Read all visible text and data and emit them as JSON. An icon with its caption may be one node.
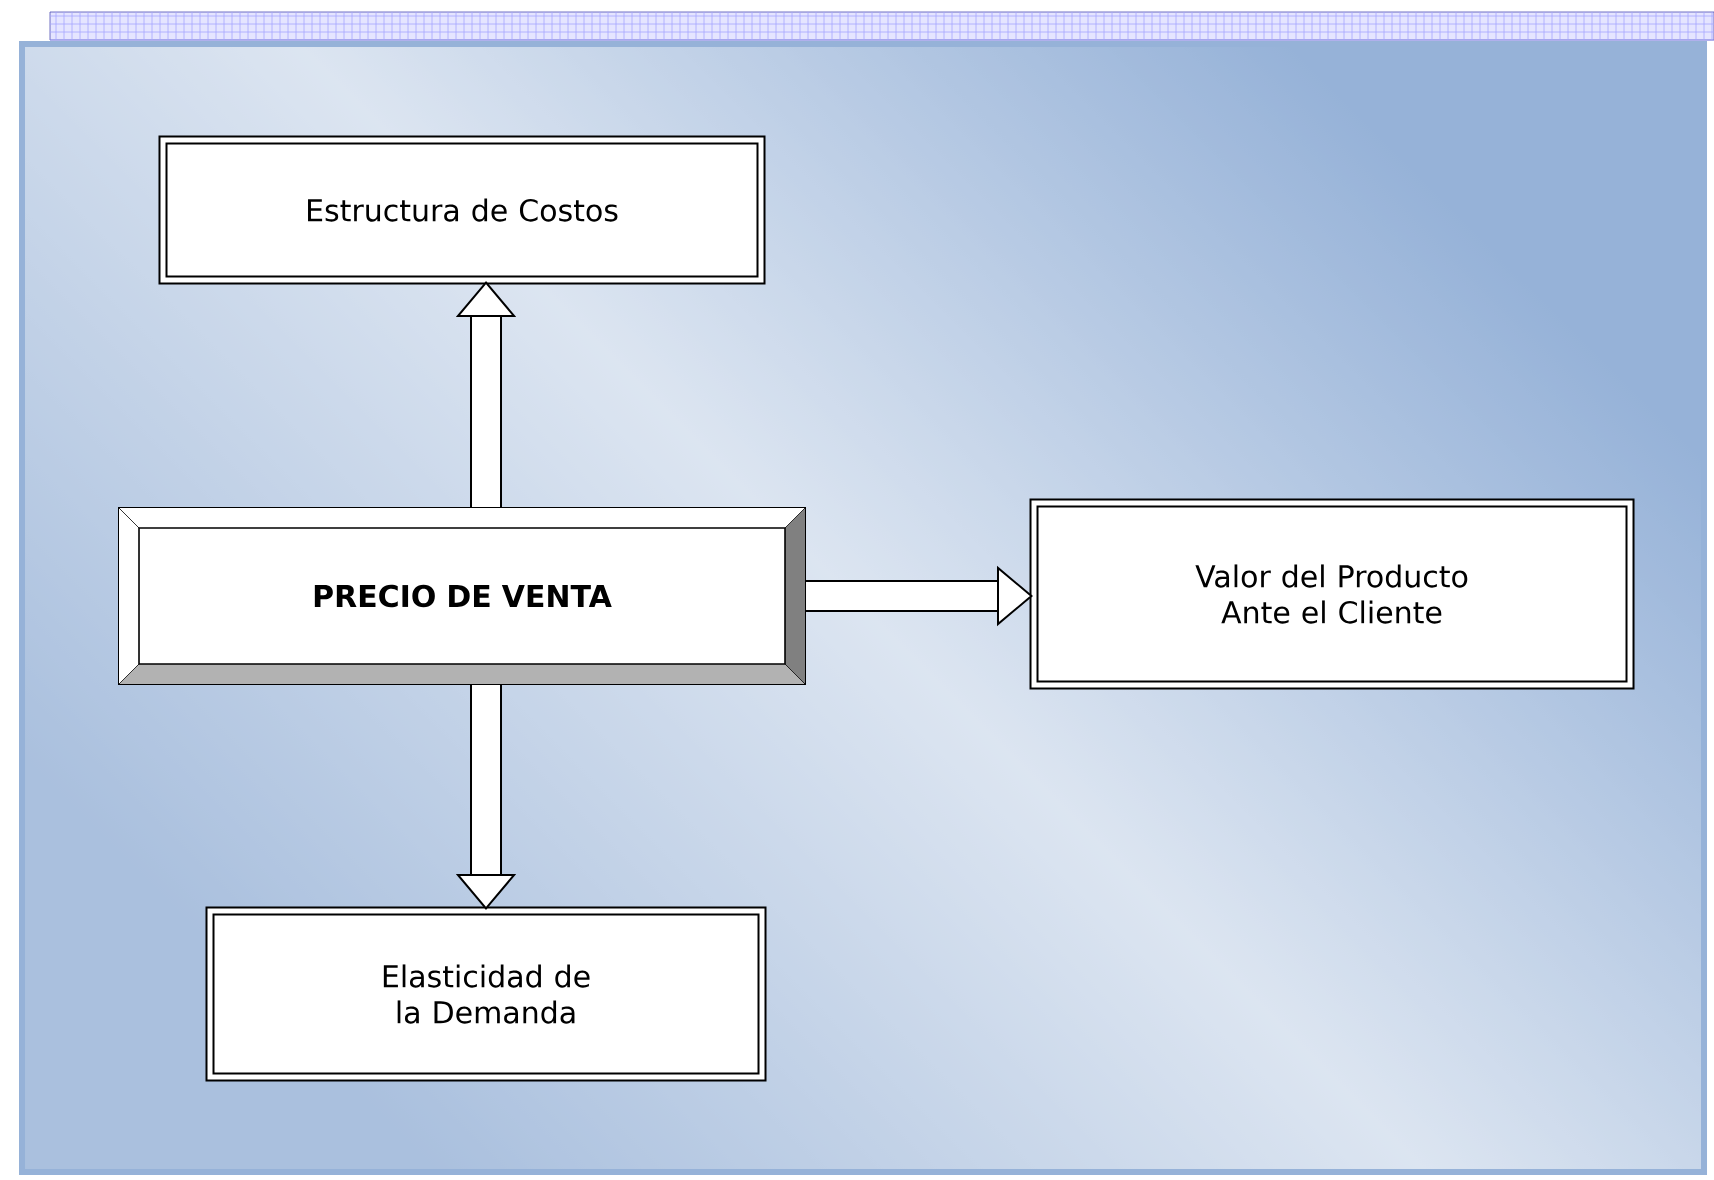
{
  "diagram": {
    "nodes": [
      {
        "text": [
          "Estructura de Costos"
        ]
      },
      {
        "text": [
          "PRECIO DE VENTA"
        ]
      },
      {
        "text": [
          "Valor del Producto Ante el Cliente"
        ]
      },
      {
        "text": [
          "Elasticidad de la Demanda"
        ]
      }
    ],
    "edges": [
      {
        "from": 1,
        "to": 0,
        "arrow": "to"
      },
      {
        "from": 1,
        "to": 2,
        "arrow": "to"
      },
      {
        "from": 1,
        "to": 3,
        "arrow": "to"
      }
    ]
  }
}
